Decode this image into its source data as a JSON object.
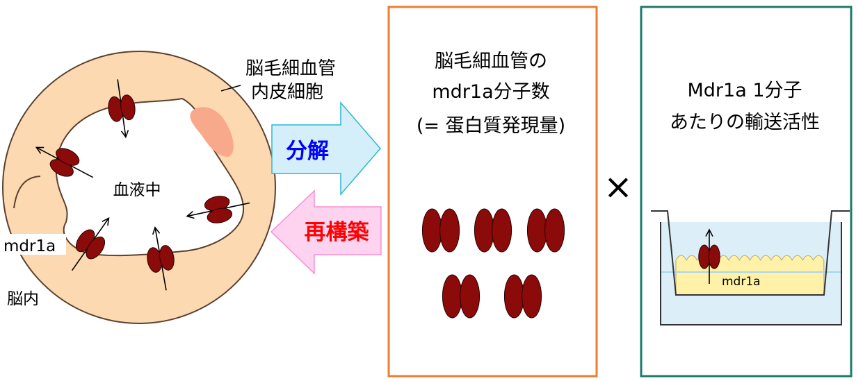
{
  "colors": {
    "vessel_fill": "#FCD9B0",
    "vessel_stroke": "#5a4030",
    "lumen": "#FFFFFF",
    "nucleus": "#F9A98B",
    "transporter": "#8B0A0A",
    "arrow_decompose_fill": "#D4EEFA",
    "arrow_decompose_stroke": "#29B9D2",
    "arrow_reconstruct_fill": "#FDD3F0",
    "arrow_reconstruct_stroke": "#F58FD1",
    "decompose_text": "#0000FF",
    "reconstruct_text": "#FF0000",
    "box_orange": "#ED7D31",
    "box_teal": "#1E7A6E",
    "well_water": "#DCEFF8",
    "cell_layer": "#FFF2A8"
  },
  "vessel": {
    "title_line1": "脳毛細血管",
    "title_line2": "内皮細胞",
    "lumen_label": "血液中",
    "transporter_label": "mdr1a",
    "brain_label": "脳内"
  },
  "arrows": {
    "decompose_label": "分解",
    "reconstruct_label": "再構築"
  },
  "center_box": {
    "line1": "脳毛細血管の",
    "line2": "mdr1a分子数",
    "line3": "(= 蛋白質発現量)"
  },
  "multiply_sign": "×",
  "right_box": {
    "line1": "Mdr1a 1分子",
    "line2": "あたりの輸送活性",
    "well_label": "mdr1a"
  }
}
